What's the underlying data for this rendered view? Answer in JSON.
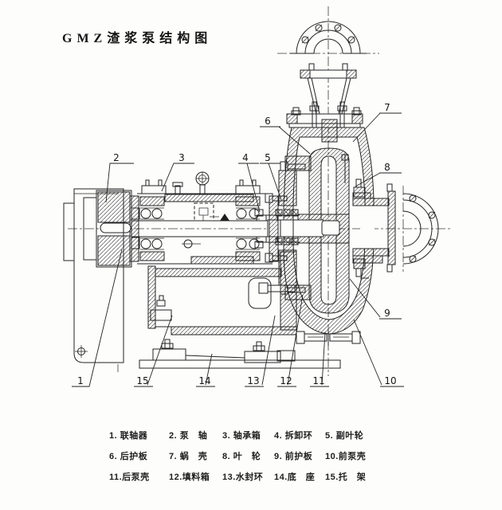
{
  "title": "GMZ渣浆泵结构图",
  "colors": {
    "ink": "#232323",
    "paper": "#fdfdfc"
  },
  "callouts": [
    {
      "label": "1"
    },
    {
      "label": "2"
    },
    {
      "label": "3"
    },
    {
      "label": "4"
    },
    {
      "label": "5"
    },
    {
      "label": "6"
    },
    {
      "label": "7"
    },
    {
      "label": "8"
    },
    {
      "label": "9"
    },
    {
      "label": "10"
    },
    {
      "label": "11"
    },
    {
      "label": "12"
    },
    {
      "label": "13"
    },
    {
      "label": "14"
    },
    {
      "label": "15"
    }
  ],
  "legend": {
    "items": [
      "1. 联轴器",
      "2. 泵　轴",
      "3. 轴承箱",
      "4. 拆卸环",
      "5. 副叶轮",
      "6. 后护板",
      "7. 蜗　壳",
      "8. 叶　轮",
      "9. 前护板",
      "10.前泵壳",
      "11.后泵壳",
      "12.填料箱",
      "13.水封环",
      "14.底　座",
      "15.托　架"
    ]
  }
}
